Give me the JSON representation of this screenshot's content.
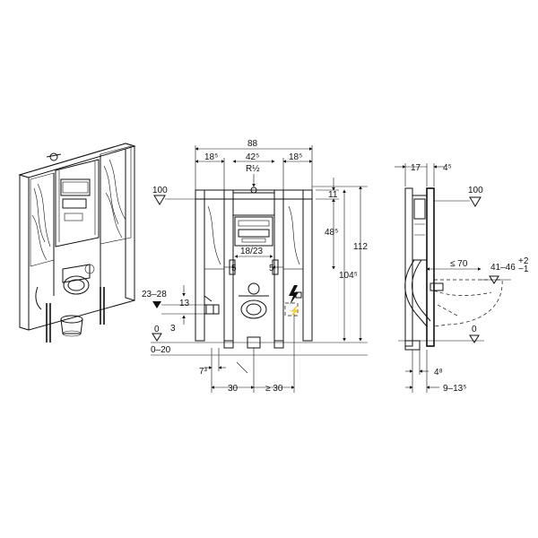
{
  "front_view": {
    "overall_width": "88",
    "left_offset": "18⁵",
    "center_width": "42⁵",
    "right_offset": "18⁵",
    "supply_thread": "R½",
    "top_gap": "11",
    "frame_height": "112",
    "actuation_height": "48⁵",
    "total_height": "104⁵",
    "waste_spacing": "18/23",
    "inner_left": "5",
    "inner_right": "5",
    "waste_height_range": "23–28",
    "waste_offset": "13",
    "drain_gap": "3",
    "floor_level": "0",
    "floor_range": "0–20",
    "foot_width": "7³",
    "dim_left": "30",
    "dim_right": "≥ 30",
    "ref_level": "100"
  },
  "side_view": {
    "depth": "17",
    "front_offset": "4⁵",
    "ref_level": "100",
    "bowl_distance": "≤ 70",
    "seat_height": "41–46",
    "seat_tol_plus": "+2",
    "seat_tol_minus": "−1",
    "floor_level": "0",
    "foot_offset": "4⁸",
    "wall_range": "9–13⁵"
  },
  "icons": {
    "electric": "lightning-icon",
    "level_marker": "level-triangle-icon"
  }
}
